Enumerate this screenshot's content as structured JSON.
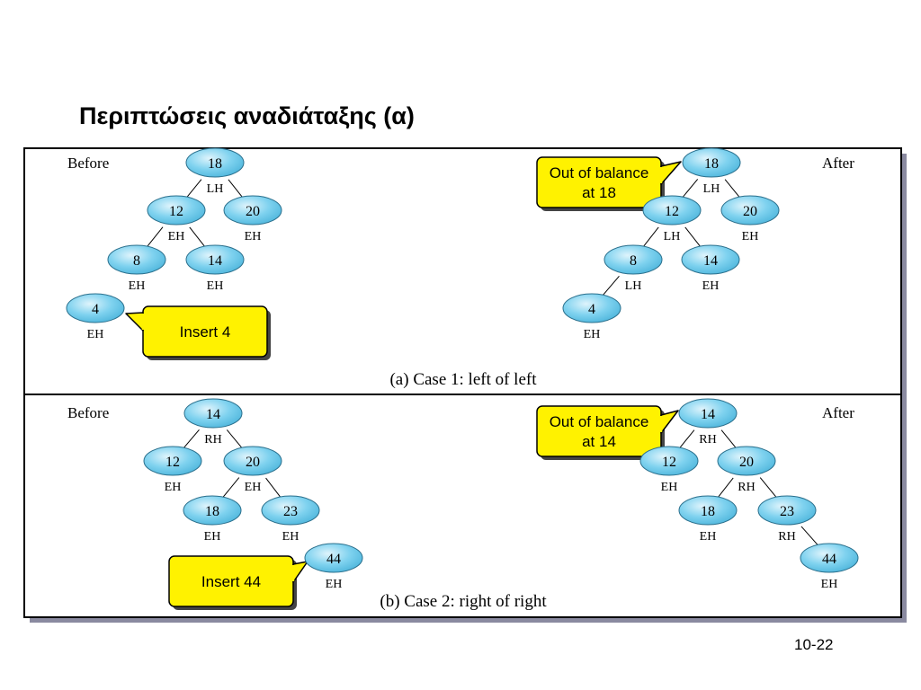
{
  "title": "Περιπτώσεις αναδιάταξης (α)",
  "slide_number": "10-22",
  "colors": {
    "node_fill": "#7fd2ef",
    "callout_fill": "#fff200",
    "panel_border": "#000000",
    "shadow": "#8a8aa0"
  },
  "panels": [
    {
      "caption": "(a) Case 1: left of left",
      "before_label": "Before",
      "after_label": "After",
      "insert_label": "Insert 4",
      "callout_lines": [
        "Out of balance",
        "at 18"
      ],
      "before_nodes": [
        {
          "value": "18",
          "balance": "LH"
        },
        {
          "value": "12",
          "balance": "EH"
        },
        {
          "value": "20",
          "balance": "EH"
        },
        {
          "value": "8",
          "balance": "EH"
        },
        {
          "value": "14",
          "balance": "EH"
        },
        {
          "value": "4",
          "balance": "EH"
        }
      ],
      "after_nodes": [
        {
          "value": "18",
          "balance": "LH"
        },
        {
          "value": "12",
          "balance": "LH"
        },
        {
          "value": "20",
          "balance": "EH"
        },
        {
          "value": "8",
          "balance": "LH"
        },
        {
          "value": "14",
          "balance": "EH"
        },
        {
          "value": "4",
          "balance": "EH"
        }
      ]
    },
    {
      "caption": "(b) Case 2: right of right",
      "before_label": "Before",
      "after_label": "After",
      "insert_label": "Insert 44",
      "callout_lines": [
        "Out of balance",
        "at 14"
      ],
      "before_nodes": [
        {
          "value": "14",
          "balance": "RH"
        },
        {
          "value": "12",
          "balance": "EH"
        },
        {
          "value": "20",
          "balance": "EH"
        },
        {
          "value": "18",
          "balance": "EH"
        },
        {
          "value": "23",
          "balance": "EH"
        },
        {
          "value": "44",
          "balance": "EH"
        }
      ],
      "after_nodes": [
        {
          "value": "14",
          "balance": "RH"
        },
        {
          "value": "12",
          "balance": "EH"
        },
        {
          "value": "20",
          "balance": "RH"
        },
        {
          "value": "18",
          "balance": "EH"
        },
        {
          "value": "23",
          "balance": "RH"
        },
        {
          "value": "44",
          "balance": "EH"
        }
      ]
    }
  ]
}
